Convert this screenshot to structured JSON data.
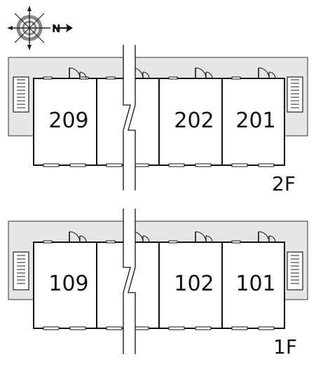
{
  "compass": {
    "north_letter": "N",
    "icon": "compass-rose-icon"
  },
  "floors": [
    {
      "label": "2F",
      "units": [
        "209",
        "",
        "202",
        "201"
      ]
    },
    {
      "label": "1F",
      "units": [
        "109",
        "",
        "102",
        "101"
      ]
    }
  ],
  "colors": {
    "walkway": "#e6e6e6",
    "line": "#111111",
    "background": "#ffffff"
  }
}
